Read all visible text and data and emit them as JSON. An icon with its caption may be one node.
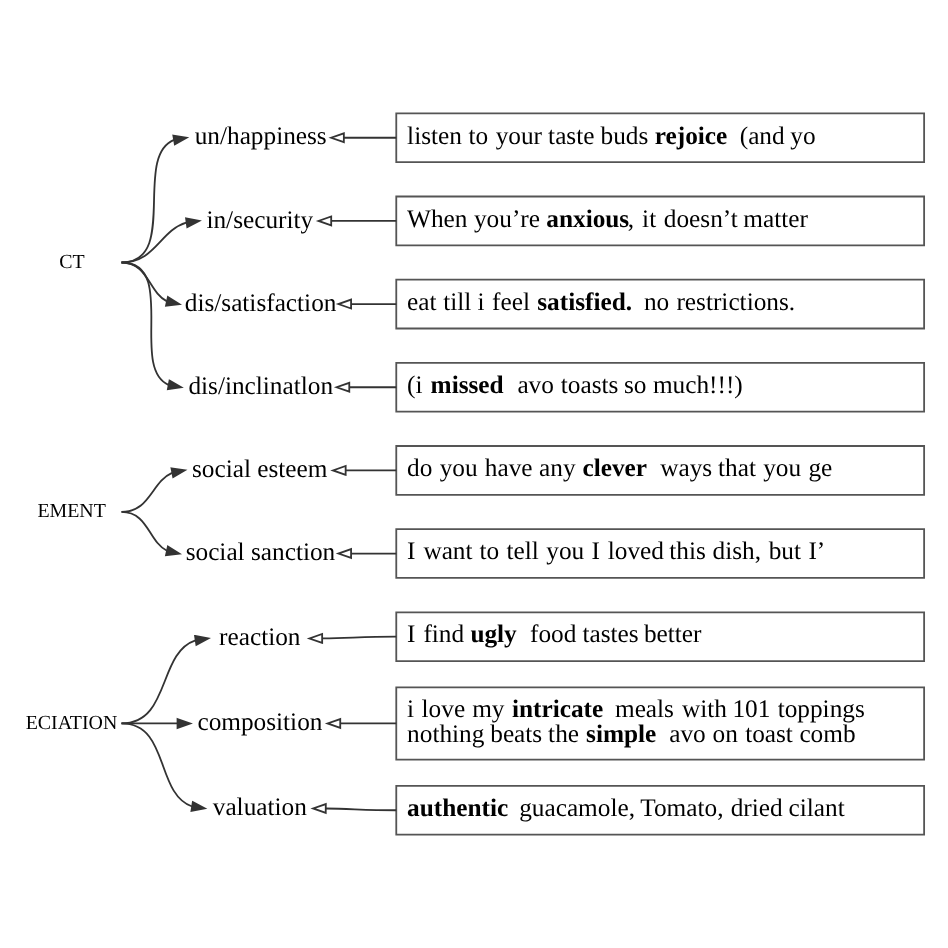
{
  "diagram": {
    "nodes": [
      {
        "text": [
          "CT"
        ]
      },
      {
        "text": [
          "un/happiness"
        ]
      },
      {
        "text": [
          "listen to your taste buds **rejoice** (and yo"
        ]
      },
      {
        "text": [
          "in/security"
        ]
      },
      {
        "text": [
          "When you’re **anxious**, it doesn’t matter"
        ]
      },
      {
        "text": [
          "dis/satisfaction"
        ]
      },
      {
        "text": [
          "eat till i feel **satisfied.** no restrictions."
        ]
      },
      {
        "text": [
          "dis/inclinatlon"
        ]
      },
      {
        "text": [
          "(i **missed** avo toasts so much!!!)"
        ]
      },
      {
        "text": [
          "EMENT"
        ]
      },
      {
        "text": [
          "social esteem"
        ]
      },
      {
        "text": [
          "do you have any **clever** ways that you ge"
        ]
      },
      {
        "text": [
          "social sanction"
        ]
      },
      {
        "text": [
          "I want to tell you I loved this dish, but I’"
        ]
      },
      {
        "text": [
          "ECIATION"
        ]
      },
      {
        "text": [
          "reaction"
        ]
      },
      {
        "text": [
          "I find **ugly** food tastes better"
        ]
      },
      {
        "text": [
          "composition"
        ]
      },
      {
        "text": [
          "i love my **intricate** meals with 101 toppings nothing beats the **simple** avo on toast comb"
        ]
      },
      {
        "text": [
          "valuation"
        ]
      },
      {
        "text": [
          "**authentic** guacamole, Tomato, dried cilant"
        ]
      }
    ],
    "edges": [
      {
        "from": 0,
        "to": 1,
        "arrow": "to"
      },
      {
        "from": 0,
        "to": 3,
        "arrow": "to"
      },
      {
        "from": 0,
        "to": 5,
        "arrow": "to"
      },
      {
        "from": 0,
        "to": 7,
        "arrow": "to"
      },
      {
        "from": 2,
        "to": 1,
        "arrow": "to"
      },
      {
        "from": 4,
        "to": 3,
        "arrow": "to"
      },
      {
        "from": 6,
        "to": 5,
        "arrow": "to"
      },
      {
        "from": 8,
        "to": 7,
        "arrow": "to"
      },
      {
        "from": 9,
        "to": 10,
        "arrow": "to"
      },
      {
        "from": 9,
        "to": 12,
        "arrow": "to"
      },
      {
        "from": 11,
        "to": 10,
        "arrow": "to"
      },
      {
        "from": 13,
        "to": 12,
        "arrow": "to"
      },
      {
        "from": 14,
        "to": 15,
        "arrow": "to"
      },
      {
        "from": 14,
        "to": 17,
        "arrow": "to"
      },
      {
        "from": 14,
        "to": 19,
        "arrow": "to"
      },
      {
        "from": 16,
        "to": 15,
        "arrow": "to"
      },
      {
        "from": 18,
        "to": 17,
        "arrow": "to"
      },
      {
        "from": 20,
        "to": 19,
        "arrow": "to"
      }
    ]
  }
}
